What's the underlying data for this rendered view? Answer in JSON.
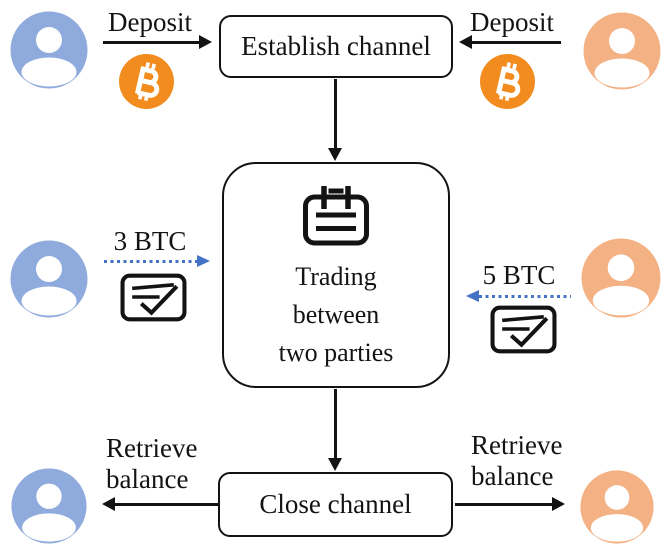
{
  "colors": {
    "avatar_blue": "#8faadc",
    "avatar_orange": "#f4b183",
    "bitcoin_orange": "#f28c1e",
    "arrow_blue": "#4472c4",
    "line_black": "#131313"
  },
  "nodes": {
    "establish_channel": {
      "label": "Establish channel"
    },
    "trading": {
      "label": "Trading\nbetween\ntwo parties"
    },
    "close_channel": {
      "label": "Close channel"
    }
  },
  "flows": {
    "deposit_left": {
      "label": "Deposit"
    },
    "deposit_right": {
      "label": "Deposit"
    },
    "payment_left": {
      "label": "3 BTC"
    },
    "payment_right": {
      "label": "5 BTC"
    },
    "retrieve_left": {
      "label": "Retrieve\nbalance"
    },
    "retrieve_right": {
      "label": "Retrieve\nbalance"
    }
  },
  "icons": {
    "user_left": "user-avatar-blue",
    "user_right": "user-avatar-orange",
    "bitcoin": "bitcoin-coin",
    "bitcoin_symbol": "₿",
    "trading_ledger": "ledger-clipboard",
    "receipt": "signed-transaction-receipt"
  }
}
